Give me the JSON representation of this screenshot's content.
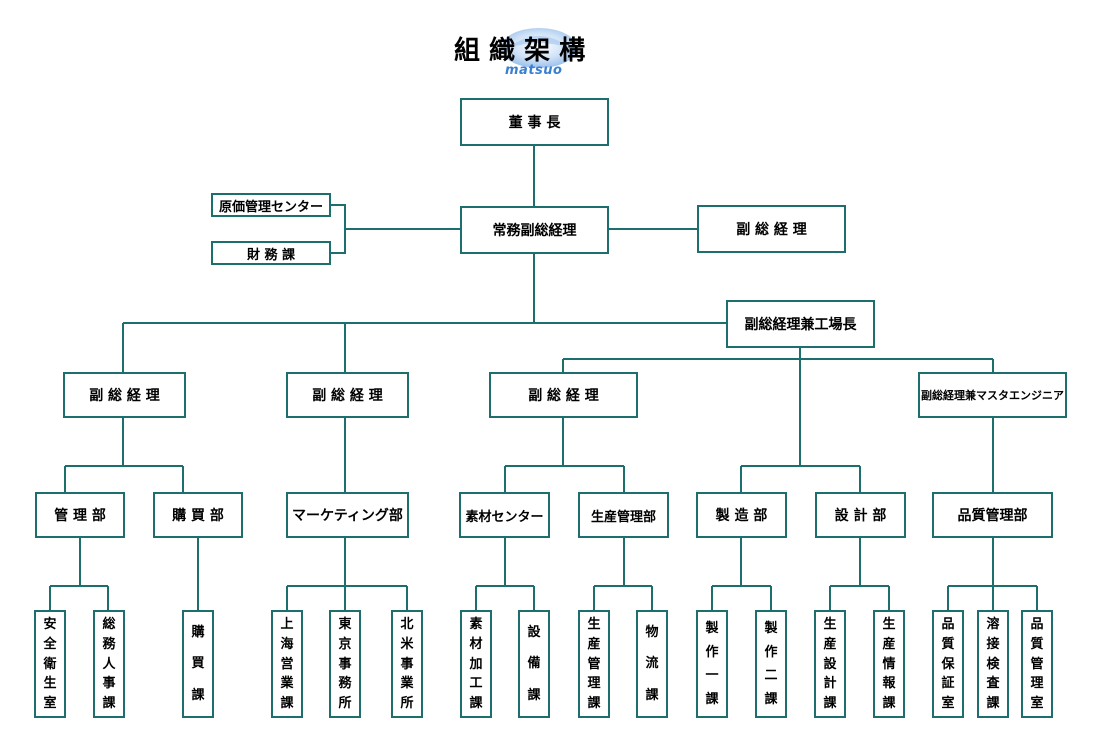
{
  "title": "組 織 架 構",
  "logo": {
    "text": "matsuo",
    "color": "#3a7fd0"
  },
  "colors": {
    "line": "#1c6f6c",
    "border": "#1c6f6c",
    "logo": "#3a7fd0"
  },
  "boxes": {
    "chairman": "董 事 長",
    "managing_vp": "常務副総経理",
    "cost_center": "原価管理センター",
    "finance": "財 務 課",
    "vp_right": "副 総 経 理",
    "vp_plant": "副総経理兼工場長",
    "vp1": "副 総 経 理",
    "vp2": "副 総 経 理",
    "vp3": "副 総 経 理",
    "vp_master": "副総経理兼マスタエンジニア",
    "admin": "管 理 部",
    "purchasing": "購 買 部",
    "marketing": "マーケティング部",
    "materials": "素材センター",
    "prod_mgmt": "生産管理部",
    "manufacturing": "製 造 部",
    "design": "設 計 部",
    "quality": "品質管理部"
  },
  "sections": [
    {
      "key": "safety",
      "label": "安全衛生室"
    },
    {
      "key": "ga_hr",
      "label": "総務人事課"
    },
    {
      "key": "purchase_sec",
      "label": "購買課"
    },
    {
      "key": "shanghai",
      "label": "上海営業課"
    },
    {
      "key": "tokyo",
      "label": "東京事務所"
    },
    {
      "key": "na",
      "label": "北米事業所"
    },
    {
      "key": "material_proc",
      "label": "素材加工課"
    },
    {
      "key": "equipment",
      "label": "設備課"
    },
    {
      "key": "prod_ctrl",
      "label": "生産管理課"
    },
    {
      "key": "logistics",
      "label": "物流課"
    },
    {
      "key": "mfg1",
      "label": "製作一課"
    },
    {
      "key": "mfg2",
      "label": "製作二課"
    },
    {
      "key": "prod_design",
      "label": "生産設計課"
    },
    {
      "key": "prod_info",
      "label": "生産情報課"
    },
    {
      "key": "qa",
      "label": "品質保証室"
    },
    {
      "key": "weld",
      "label": "溶接検査課"
    },
    {
      "key": "qc_room",
      "label": "品質管理室"
    }
  ]
}
